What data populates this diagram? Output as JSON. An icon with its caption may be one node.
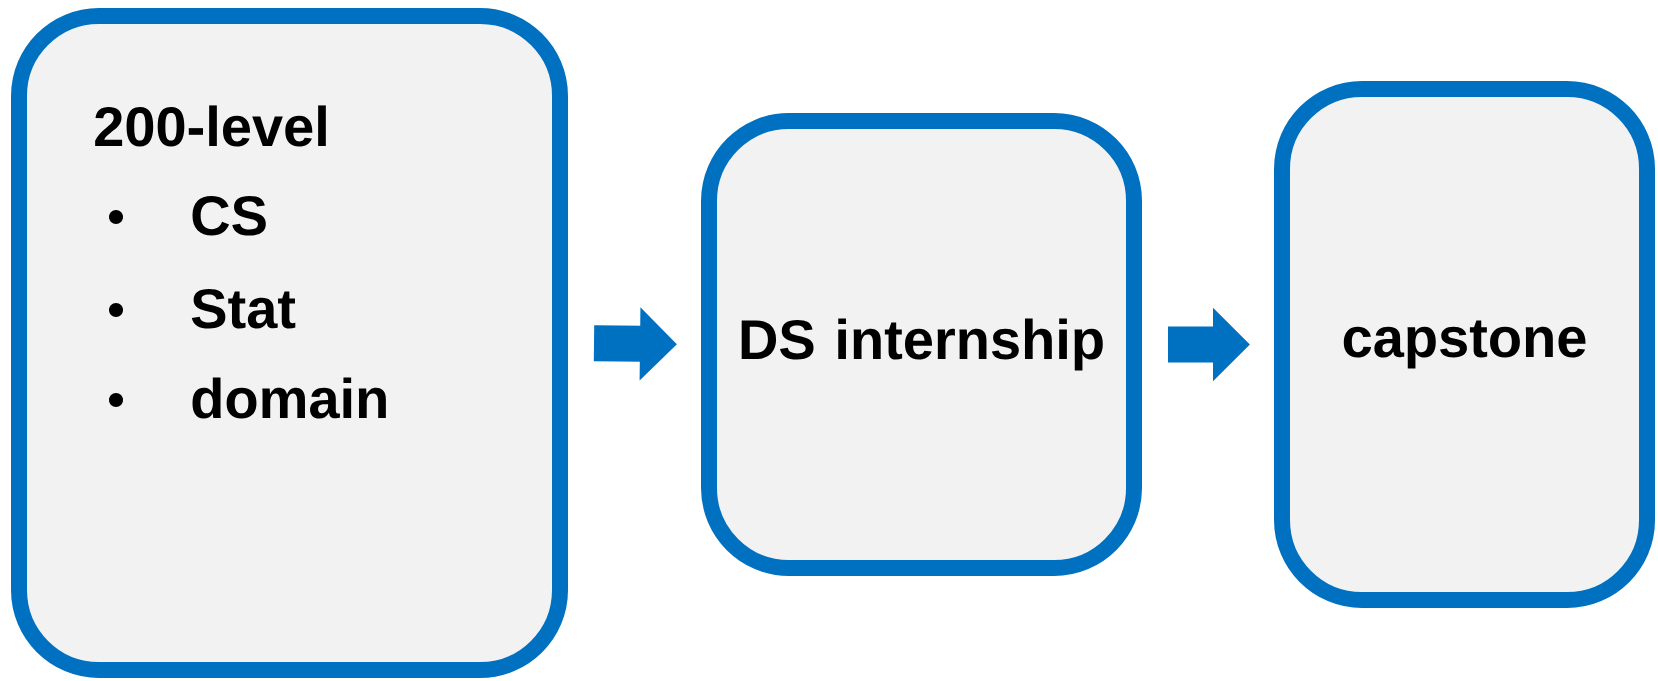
{
  "diagram": {
    "nodes": [
      {
        "text": [
          "200-level",
          "CS",
          "Stat",
          "domain"
        ]
      },
      {
        "text": [
          "DS internship"
        ]
      },
      {
        "text": [
          "capstone"
        ]
      }
    ],
    "edges": [
      {
        "from": 0,
        "to": 1,
        "arrow": "to"
      },
      {
        "from": 1,
        "to": 2,
        "arrow": "to"
      }
    ]
  }
}
